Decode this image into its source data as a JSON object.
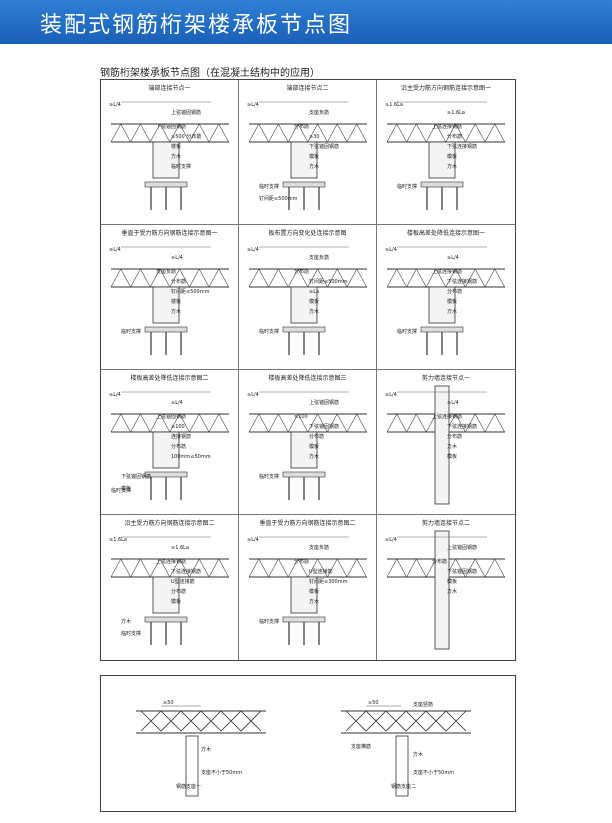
{
  "header": {
    "title": "装配式钢筋桁架楼承板节点图"
  },
  "subtitle": "钢筋桁架楼承板节点图（在混凝土结构中的应用）",
  "cells": [
    {
      "title": "端部连接节点一",
      "labels": [
        "≥L/4",
        "上弦锚固钢筋",
        "下弦锚固钢筋",
        "≥500 分布筋",
        "楼板",
        "方木",
        "临时支撑"
      ]
    },
    {
      "title": "端部连接节点二",
      "labels": [
        "≥L/4",
        "支座负筋",
        "分布筋",
        "≥30",
        "下弦锚固钢筋",
        "模板",
        "方木",
        "临时支撑",
        "钉间距≤500mm"
      ]
    },
    {
      "title": "沿主受力筋方向钢筋连接示意图一",
      "labels": [
        "≥1.6La",
        "≥1.6La",
        "上弦连接钢筋",
        "分布筋",
        "下弦连接钢筋",
        "模板",
        "方木",
        "临时支撑"
      ]
    },
    {
      "title": "垂直于受力筋方向钢筋连接示意图一",
      "labels": [
        "≥L/4",
        "≥L/4",
        "支座负筋",
        "分布筋",
        "钉间距≤500mm",
        "楼板",
        "方木",
        "临时支撑"
      ]
    },
    {
      "title": "板布置方向变化处连接示意图",
      "labels": [
        "≥L/4",
        "支座负筋",
        "分布筋",
        "钉间距≤500mm",
        "≥La",
        "模板",
        "方木",
        "临时支撑"
      ]
    },
    {
      "title": "楼板高差处降低连接示意图一",
      "labels": [
        "≥L/4",
        "≥L/4",
        "上弦连接钢筋",
        "下弦连接钢筋",
        "分布筋",
        "模板",
        "方木",
        "临时支撑"
      ]
    },
    {
      "title": "楼板高差处降低连接示意图二",
      "labels": [
        "≥L/4",
        "≥L/4",
        "上弦锚固钢筋",
        "≥100",
        "连接钢筋",
        "分布筋",
        "100mm≤50mm",
        "下弦锚固钢筋",
        "模板",
        "临时支撑"
      ]
    },
    {
      "title": "楼板高差处降低连接示意图三",
      "labels": [
        "≥L/4",
        "上弦锚固钢筋",
        "≥100",
        "下弦锚固钢筋",
        "分布筋",
        "模板",
        "方木",
        "临时支撑"
      ]
    },
    {
      "title": "剪力墙连接节点一",
      "labels": [
        "≥L/4",
        "≥L/4",
        "上弦连接钢筋",
        "下弦连接钢筋",
        "分布筋",
        "方木",
        "模板"
      ]
    },
    {
      "title": "沿主受力筋方向钢筋连接示意图二",
      "labels": [
        "≥1.6La",
        "≥1.6La",
        "上弦连接钢筋",
        "下弦连接钢筋",
        "U型连接筋",
        "分布筋",
        "模板",
        "方木",
        "临时支撑"
      ]
    },
    {
      "title": "垂直于受力筋方向钢筋连接示意图二",
      "labels": [
        "≥L/4",
        "支座负筋",
        "分布筋",
        "U型连接筋",
        "钉间距≤300mm",
        "模板",
        "方木",
        "临时支撑"
      ]
    },
    {
      "title": "剪力墙连接节点二",
      "labels": [
        "≥L/4",
        "上弦锚固钢筋",
        "分布筋",
        "下弦锚固钢筋",
        "模板",
        "方木"
      ]
    }
  ],
  "bottom": [
    {
      "caption": "钢筋支座一",
      "labels": [
        "≥50",
        "方木",
        "支座不小于50mm"
      ]
    },
    {
      "caption": "钢筋支座二",
      "labels": [
        "≥50",
        "支座竖筋",
        "支座横筋",
        "方木",
        "支座不小于50mm"
      ]
    }
  ]
}
